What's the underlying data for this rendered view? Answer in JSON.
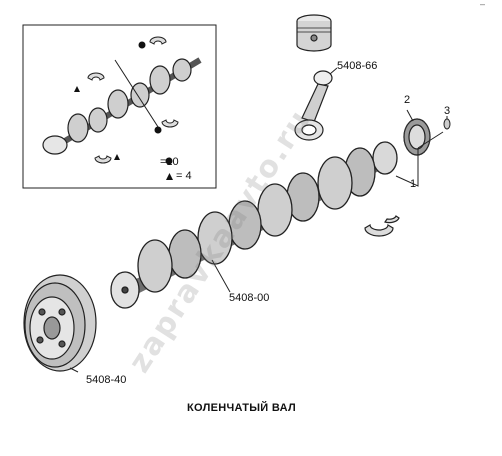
{
  "corner_mark": "–",
  "inset": {
    "legend": [
      {
        "symbol": "circle",
        "text": "=10"
      },
      {
        "symbol": "triangle",
        "text": "= 4"
      }
    ]
  },
  "parts": {
    "piston_assembly": "5408-66",
    "crankshaft": "5408-00",
    "pulley": "5408-40",
    "callout_1": "1",
    "callout_2": "2",
    "callout_3": "3"
  },
  "caption": "КОЛЕНЧАТЫЙ ВАЛ",
  "watermark": "zapravkaavto.ru"
}
